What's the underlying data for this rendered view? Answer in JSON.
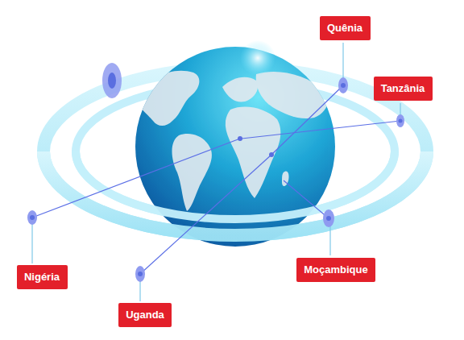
{
  "diagram": {
    "nodes": [
      {
        "text": [
          "Quênia"
        ]
      },
      {
        "text": [
          "Tanzânia"
        ]
      },
      {
        "text": [
          "Nigéria"
        ]
      },
      {
        "text": [
          "Moçambique"
        ]
      },
      {
        "text": [
          "Uganda"
        ]
      }
    ]
  }
}
